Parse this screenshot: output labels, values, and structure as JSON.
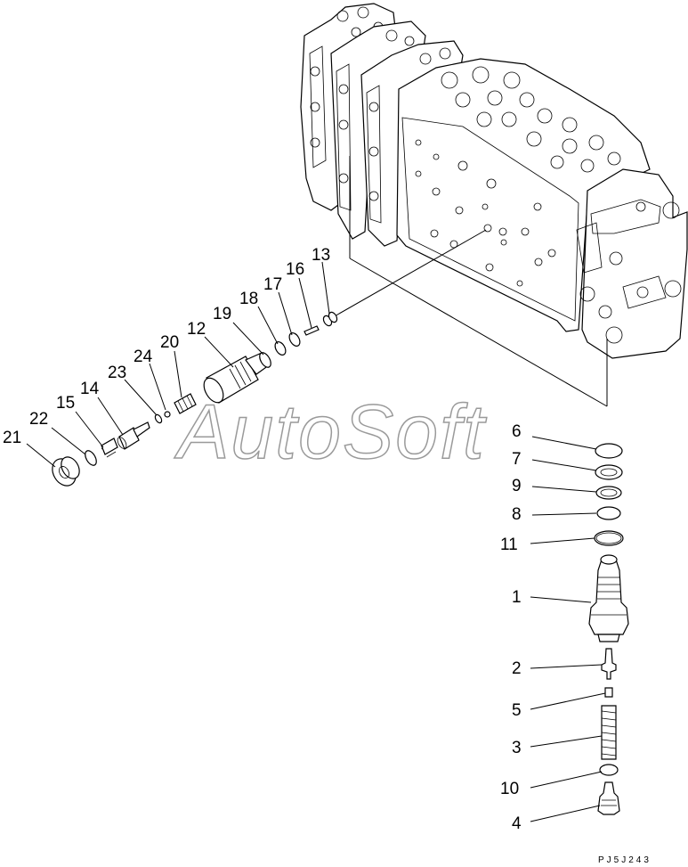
{
  "watermark": "AutoSoft",
  "drawing_code": "PJ5J243",
  "callouts": [
    {
      "id": "21",
      "label": "21"
    },
    {
      "id": "22",
      "label": "22"
    },
    {
      "id": "15",
      "label": "15"
    },
    {
      "id": "14",
      "label": "14"
    },
    {
      "id": "23",
      "label": "23"
    },
    {
      "id": "24",
      "label": "24"
    },
    {
      "id": "20",
      "label": "20"
    },
    {
      "id": "12",
      "label": "12"
    },
    {
      "id": "19",
      "label": "19"
    },
    {
      "id": "18",
      "label": "18"
    },
    {
      "id": "17",
      "label": "17"
    },
    {
      "id": "16",
      "label": "16"
    },
    {
      "id": "13",
      "label": "13"
    },
    {
      "id": "6",
      "label": "6"
    },
    {
      "id": "7",
      "label": "7"
    },
    {
      "id": "9",
      "label": "9"
    },
    {
      "id": "8",
      "label": "8"
    },
    {
      "id": "11",
      "label": "11"
    },
    {
      "id": "1",
      "label": "1"
    },
    {
      "id": "2",
      "label": "2"
    },
    {
      "id": "5",
      "label": "5"
    },
    {
      "id": "3",
      "label": "3"
    },
    {
      "id": "10",
      "label": "10"
    },
    {
      "id": "4",
      "label": "4"
    }
  ]
}
